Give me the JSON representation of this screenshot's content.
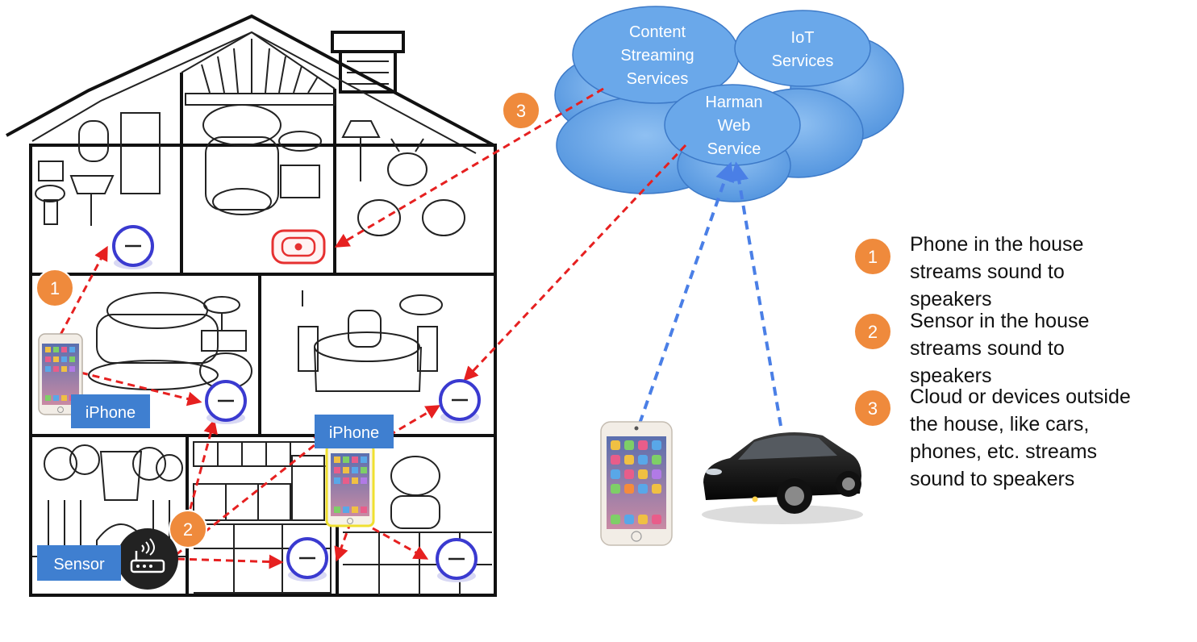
{
  "cloud": {
    "content_streaming": [
      "Content",
      "Streaming",
      "Services"
    ],
    "iot": [
      "IoT",
      "Services"
    ],
    "harman": [
      "Harman",
      "Web",
      "Service"
    ]
  },
  "labels": {
    "iphone_left": "iPhone",
    "iphone_center": "iPhone",
    "sensor": "Sensor"
  },
  "badges": {
    "one": "1",
    "two": "2",
    "three": "3"
  },
  "legend": [
    {
      "number": "1",
      "lines": [
        "Phone in the house",
        "streams sound to",
        "speakers"
      ]
    },
    {
      "number": "2",
      "lines": [
        "Sensor in the house",
        "streams sound to",
        "speakers"
      ]
    },
    {
      "number": "3",
      "lines": [
        "Cloud or devices outside",
        "the house, like cars,",
        "phones, etc. streams",
        "sound to speakers"
      ]
    }
  ],
  "colors": {
    "badge": "#ef8a3c",
    "label_box": "#3f7fd0",
    "cloud": "#5b9ee6",
    "arrow_local": "#e62020",
    "arrow_remote": "#4a7fe6",
    "speaker": "#3a3ad0"
  }
}
